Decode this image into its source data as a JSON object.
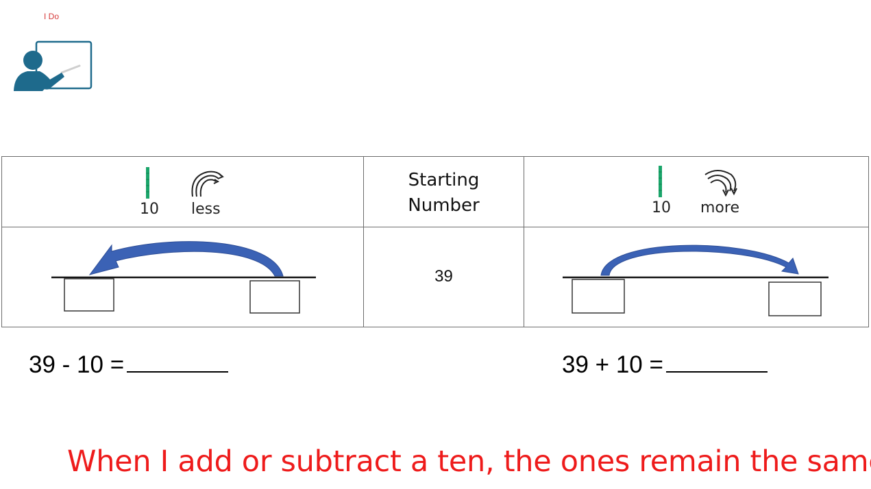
{
  "header": {
    "label": "I Do"
  },
  "table": {
    "less_header": {
      "number": "10",
      "word": "less"
    },
    "start_header": {
      "line1": "Starting",
      "line2": "Number"
    },
    "more_header": {
      "number": "10",
      "word": "more"
    },
    "start_value": "39"
  },
  "equations": {
    "subtract": "39 - 10 =",
    "add": "39 + 10 ="
  },
  "statement": "When I add or subtract a ten, the ones remain the same.",
  "colors": {
    "label_red": "#d63a3a",
    "teacher_blue": "#1e6a8c",
    "rod_green": "#1aa56a",
    "arrow_blue": "#3b62b5",
    "statement_red": "#ee1b1b"
  },
  "icons": [
    "teacher-icon",
    "ten-rod-icon",
    "less-swirl-icon",
    "more-swirl-icon",
    "arrow-left-icon",
    "arrow-right-icon"
  ]
}
